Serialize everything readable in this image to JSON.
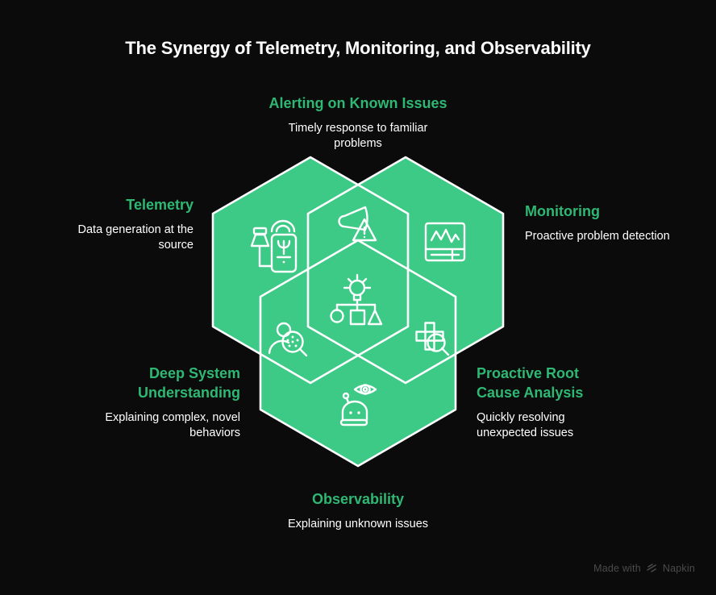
{
  "title": "The Synergy of Telemetry, Monitoring, and Observability",
  "callouts": {
    "alerting": {
      "heading": "Alerting on Known Issues",
      "description": "Timely response to familiar\nproblems"
    },
    "telemetry": {
      "heading": "Telemetry",
      "description": "Data generation at the\nsource"
    },
    "monitoring": {
      "heading": "Monitoring",
      "description": "Proactive problem detection"
    },
    "deep_system_understanding": {
      "heading": "Deep System\nUnderstanding",
      "description": "Explaining complex, novel\nbehaviors"
    },
    "proactive_root_cause": {
      "heading": "Proactive Root\nCause Analysis",
      "description": "Quickly resolving\nunexpected issues"
    },
    "observability": {
      "heading": "Observability",
      "description": "Explaining unknown issues"
    }
  },
  "diagram": {
    "hexagons": [
      "telemetry",
      "monitoring",
      "observability"
    ],
    "icons": [
      "sensor-phone-icon",
      "megaphone-warning-icon",
      "monitor-chart-icon",
      "lightbulb-flowchart-icon",
      "person-magnifier-icon",
      "puzzle-magnifier-icon",
      "robot-eye-icon"
    ]
  },
  "colors": {
    "background": "#0b0b0b",
    "hexagon_fill": "#3dc986",
    "hexagon_outline": "#ffffff",
    "heading_green": "#2eb873",
    "body_text": "#ffffff",
    "footer_text": "#4b4b4b"
  },
  "footer": {
    "made_with": "Made with",
    "brand": "Napkin"
  }
}
